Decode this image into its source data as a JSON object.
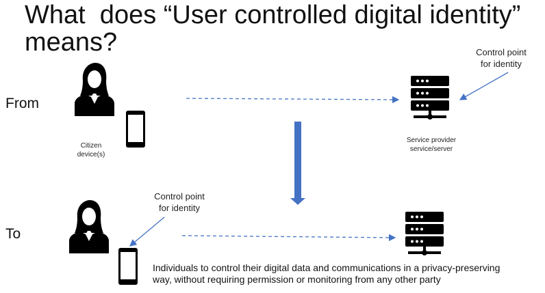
{
  "title": "What  does “User controlled digital identity” means?",
  "rows": {
    "from_label": "From",
    "to_label": "To"
  },
  "from": {
    "citizen_caption": "Citizen\ndevice(s)",
    "server_caption": "Service provider\nservice/server",
    "callout": "Control point\nfor identity"
  },
  "to": {
    "callout": "Control point\nfor identity",
    "description": "Individuals to control their digital data and communications in a privacy-preserving\nway, without requiring permission or monitoring from any other party"
  },
  "colors": {
    "accent_blue": "#4472c4",
    "icon_black": "#000000"
  },
  "icons": [
    "person-icon",
    "phone-icon",
    "server-icon",
    "arrow-down-icon"
  ]
}
